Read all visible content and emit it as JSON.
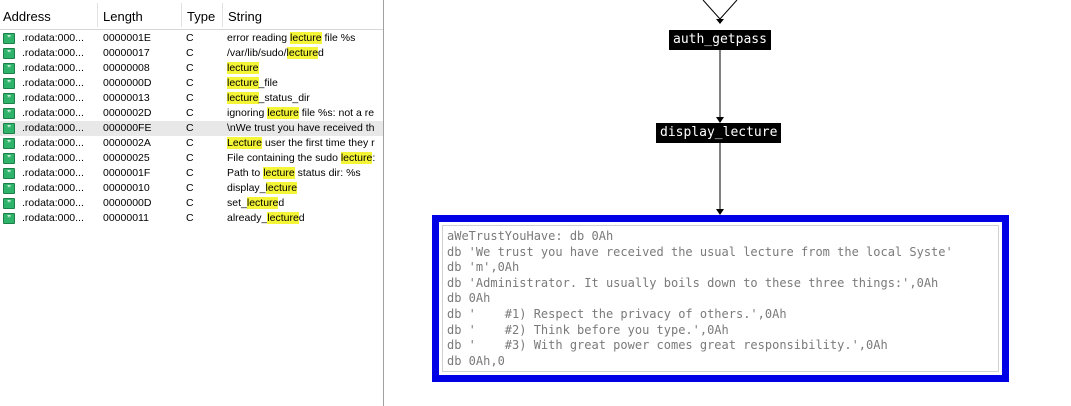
{
  "strings_window": {
    "columns": {
      "address": "Address",
      "length": "Length",
      "type": "Type",
      "string": "String"
    },
    "highlight_term": "lecture",
    "rows": [
      {
        "address": ".rodata:000...",
        "length": "0000001E",
        "type": "C",
        "parts": [
          [
            "error reading ",
            false
          ],
          [
            "lecture",
            true
          ],
          [
            " file %s",
            false
          ]
        ]
      },
      {
        "address": ".rodata:000...",
        "length": "00000017",
        "type": "C",
        "parts": [
          [
            "/var/lib/sudo/",
            false
          ],
          [
            "lecture",
            true
          ],
          [
            "d",
            false
          ]
        ]
      },
      {
        "address": ".rodata:000...",
        "length": "00000008",
        "type": "C",
        "parts": [
          [
            "lecture",
            true
          ]
        ]
      },
      {
        "address": ".rodata:000...",
        "length": "0000000D",
        "type": "C",
        "parts": [
          [
            "lecture",
            true
          ],
          [
            "_file",
            false
          ]
        ]
      },
      {
        "address": ".rodata:000...",
        "length": "00000013",
        "type": "C",
        "parts": [
          [
            "lecture",
            true
          ],
          [
            "_status_dir",
            false
          ]
        ]
      },
      {
        "address": ".rodata:000...",
        "length": "0000002D",
        "type": "C",
        "parts": [
          [
            "ignoring ",
            false
          ],
          [
            "lecture",
            true
          ],
          [
            " file %s: not a re",
            false
          ]
        ]
      },
      {
        "address": ".rodata:000...",
        "length": "000000FE",
        "type": "C",
        "selected": true,
        "parts": [
          [
            "\\nWe trust you have received th",
            false
          ]
        ]
      },
      {
        "address": ".rodata:000...",
        "length": "0000002A",
        "type": "C",
        "parts": [
          [
            "Lecture",
            true
          ],
          [
            " user the first time they r",
            false
          ]
        ]
      },
      {
        "address": ".rodata:000...",
        "length": "00000025",
        "type": "C",
        "parts": [
          [
            "File containing the sudo ",
            false
          ],
          [
            "lecture",
            true
          ],
          [
            ":",
            false
          ]
        ]
      },
      {
        "address": ".rodata:000...",
        "length": "0000001F",
        "type": "C",
        "parts": [
          [
            "Path to ",
            false
          ],
          [
            "lecture",
            true
          ],
          [
            " status dir: %s",
            false
          ]
        ]
      },
      {
        "address": ".rodata:000...",
        "length": "00000010",
        "type": "C",
        "parts": [
          [
            "display_",
            false
          ],
          [
            "lecture",
            true
          ]
        ]
      },
      {
        "address": ".rodata:000...",
        "length": "0000000D",
        "type": "C",
        "parts": [
          [
            "set_",
            false
          ],
          [
            "lecture",
            true
          ],
          [
            "d",
            false
          ]
        ]
      },
      {
        "address": ".rodata:000...",
        "length": "00000011",
        "type": "C",
        "parts": [
          [
            "already_",
            false
          ],
          [
            "lecture",
            true
          ],
          [
            "d",
            false
          ]
        ]
      }
    ]
  },
  "graph": {
    "node_auth_getpass": "auth_getpass",
    "node_display_lecture": "display_lecture",
    "listing_lines": [
      "aWeTrustYouHave: db 0Ah",
      "db 'We trust you have received the usual lecture from the local Syste'",
      "db 'm',0Ah",
      "db 'Administrator. It usually boils down to these three things:',0Ah",
      "db 0Ah",
      "db '    #1) Respect the privacy of others.',0Ah",
      "db '    #2) Think before you type.',0Ah",
      "db '    #3) With great power comes great responsibility.',0Ah",
      "db 0Ah,0"
    ],
    "colors": {
      "node_bg": "#000000",
      "node_text": "#ffffff",
      "frame": "#0000e6",
      "highlight": "#f5f537"
    }
  }
}
